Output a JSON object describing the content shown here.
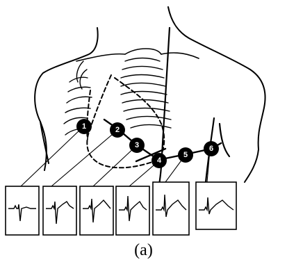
{
  "caption": "(a)",
  "colors": {
    "ink": "#000000",
    "background": "#ffffff"
  },
  "electrodes": [
    {
      "label": "1"
    },
    {
      "label": "2"
    },
    {
      "label": "3"
    },
    {
      "label": "4"
    },
    {
      "label": "5"
    },
    {
      "label": "6"
    }
  ]
}
